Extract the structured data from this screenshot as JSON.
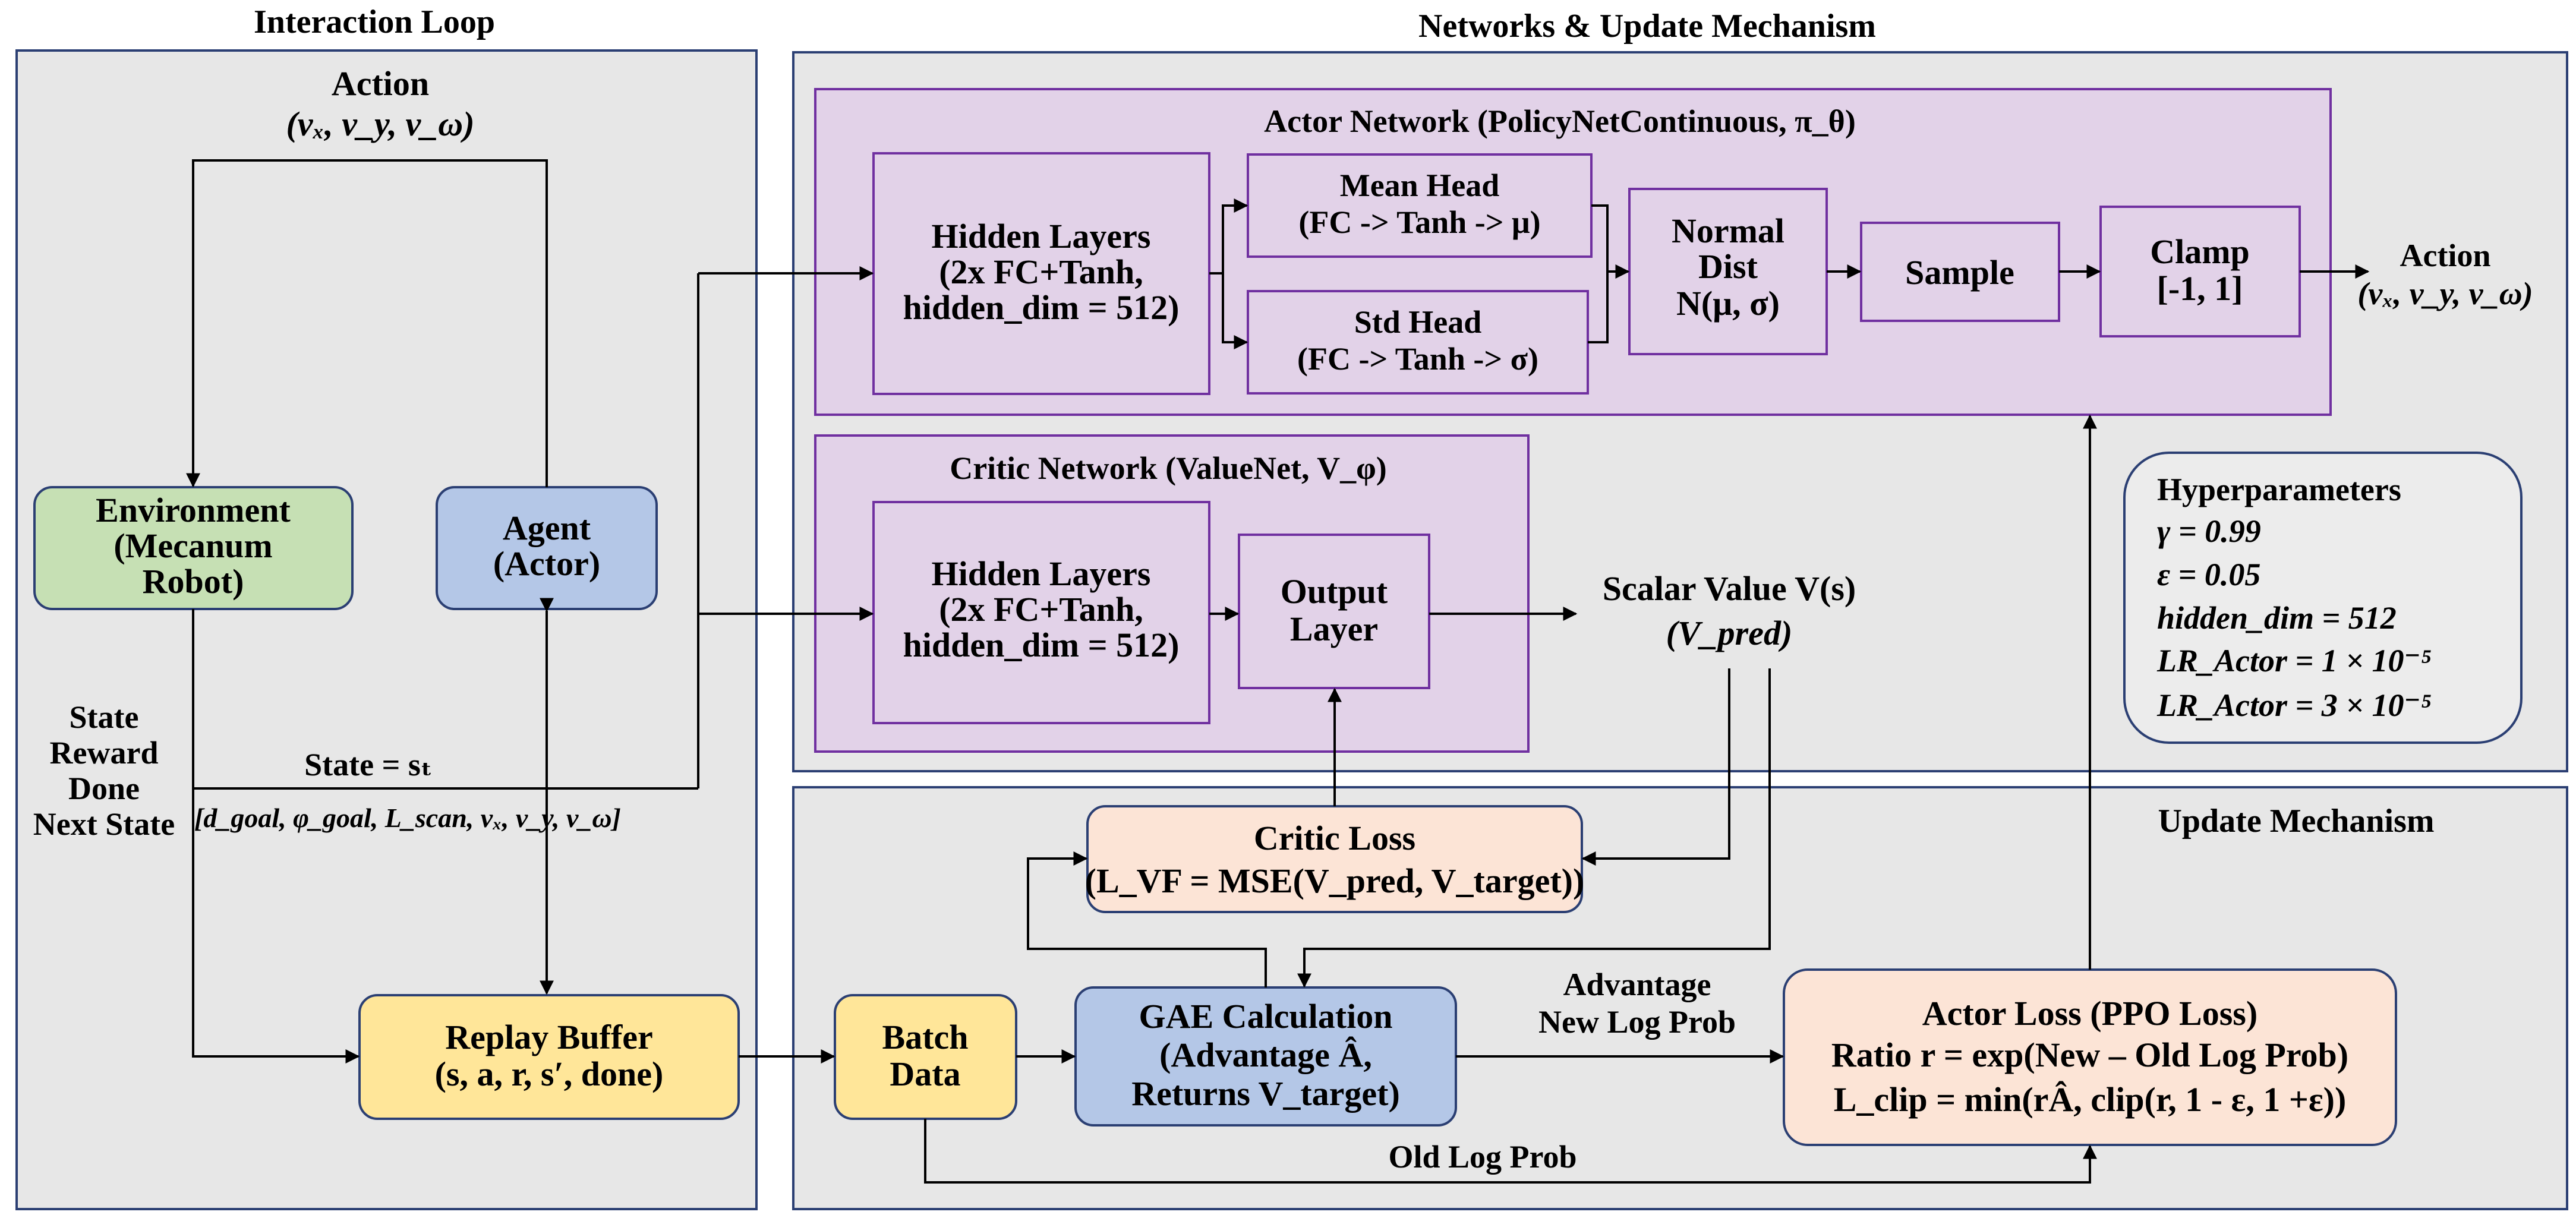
{
  "sections": {
    "interaction_loop": "Interaction Loop",
    "networks": "Networks & Update Mechanism",
    "update": "Update Mechanism"
  },
  "loop": {
    "action_title": "Action",
    "action_vars": "(vₓ, v_y, v_ω)",
    "environment": [
      "Environment",
      "(Mecanum",
      "Robot)"
    ],
    "agent": [
      "Agent",
      "(Actor)"
    ],
    "transition": [
      "State",
      "Reward",
      "Done",
      "Next State"
    ],
    "state_label": "State = sₜ",
    "state_vector": "[d_goal, φ_goal, L_scan, vₓ, v_y, v_ω]",
    "replay_buffer": [
      "Replay Buffer",
      "(s, a, r, s′, done)"
    ]
  },
  "actor": {
    "title": "Actor Network (PolicyNetContinuous, π_θ)",
    "hidden": [
      "Hidden Layers",
      "(2x FC+Tanh,",
      "hidden_dim = 512)"
    ],
    "mean_head": [
      "Mean Head",
      "(FC -> Tanh -> μ)"
    ],
    "std_head": [
      "Std Head",
      "(FC -> Tanh -> σ)"
    ],
    "normal": [
      "Normal",
      "Dist",
      "N(μ, σ)"
    ],
    "sample": "Sample",
    "clamp": [
      "Clamp",
      "[-1, 1]"
    ],
    "action_out": [
      "Action",
      "(vₓ, v_y, v_ω)"
    ]
  },
  "critic": {
    "title": "Critic Network (ValueNet, V_φ)",
    "hidden": [
      "Hidden Layers",
      "(2x FC+Tanh,",
      "hidden_dim = 512)"
    ],
    "output": [
      "Output",
      "Layer"
    ],
    "scalar": [
      "Scalar Value V(s)",
      "(V_pred)"
    ]
  },
  "hyper": {
    "title": "Hyperparameters",
    "lines": [
      "γ = 0.99",
      "ε = 0.05",
      "hidden_dim = 512",
      "LR_Actor = 1 × 10⁻⁵",
      "LR_Actor = 3 × 10⁻⁵"
    ]
  },
  "update": {
    "critic_loss": [
      "Critic Loss",
      "(L_VF = MSE(V_pred, V_target))"
    ],
    "batch": [
      "Batch",
      "Data"
    ],
    "gae": [
      "GAE Calculation",
      "(Advantage Â,",
      "Returns V_target)"
    ],
    "adv_label": [
      "Advantage",
      "New Log Prob"
    ],
    "actor_loss": [
      "Actor Loss (PPO Loss)",
      "Ratio r = exp(New – Old Log Prob)",
      "L_clip = min(rÂ, clip(r, 1 - ε, 1 +ε))"
    ],
    "old_log_prob": "Old Log Prob"
  },
  "colors": {
    "panel": "#e7e7e7",
    "panel_border": "#2b3f73",
    "purple_fill": "#e2d2e8",
    "purple_border": "#7030a0",
    "green": "#c6e0b4",
    "blue": "#b4c7e7",
    "yellow": "#ffe699",
    "peach": "#fce4d6"
  }
}
